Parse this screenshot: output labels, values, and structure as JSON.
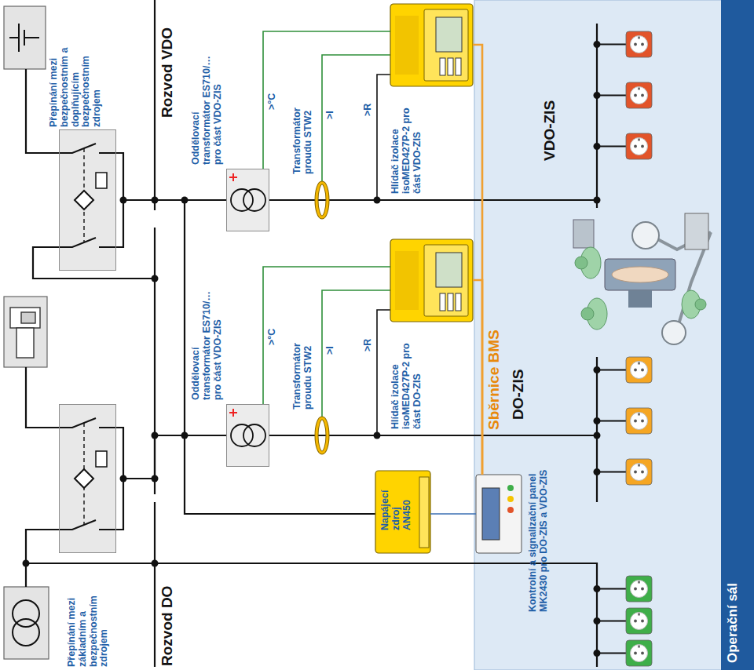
{
  "diagram": {
    "nodes": [
      {
        "text": [
          "Přepínání mezi bezpečnostním a doplňujícím bezpečnostním zdrojem"
        ]
      },
      {
        "text": [
          "Přepínání mezi základním a bezpečnostním zdrojem"
        ]
      },
      {
        "text": [
          "Oddělovací transformátor ES710/… pro část VDO-ZIS"
        ]
      },
      {
        "text": [
          "Oddělovací transformátor ES710/… pro část VDO-ZIS"
        ]
      },
      {
        "text": [
          "Hlídač izolace isoMED427P-2 pro část VDO-ZIS"
        ]
      },
      {
        "text": [
          "Hlídač izolace isoMED427P-2 pro část DO-ZIS"
        ]
      },
      {
        "text": [
          "Napájecí zdroj AN450"
        ]
      },
      {
        "text": [
          "Operační sál"
        ]
      },
      {
        "text": [
          "Kontrolní a signalizační panel MK2430 pro DO-ZIS a VDO-ZIS"
        ],
        "in": 7
      }
    ],
    "edges": [
      {
        "from": 0,
        "to": 2,
        "arrow": "none"
      },
      {
        "from": 2,
        "to": 4,
        "label": ">°C",
        "arrow": "none"
      },
      {
        "from": 1,
        "to": 3,
        "arrow": "none"
      },
      {
        "from": 3,
        "to": 5,
        "label": ">°C",
        "arrow": "none"
      },
      {
        "from": 4,
        "to": 8,
        "label": "Sběrnice BMS",
        "arrow": "none"
      },
      {
        "from": 5,
        "to": 8,
        "arrow": "none"
      },
      {
        "from": 6,
        "to": 8,
        "arrow": "none"
      }
    ],
    "labels": [
      "Rozvod VDO",
      "Rozvod DO",
      "VDO-ZIS",
      "DO-ZIS",
      "Transformátor proudu STW2",
      "Transformátor proudu STW2",
      ">I",
      ">I",
      ">R",
      ">R"
    ]
  }
}
